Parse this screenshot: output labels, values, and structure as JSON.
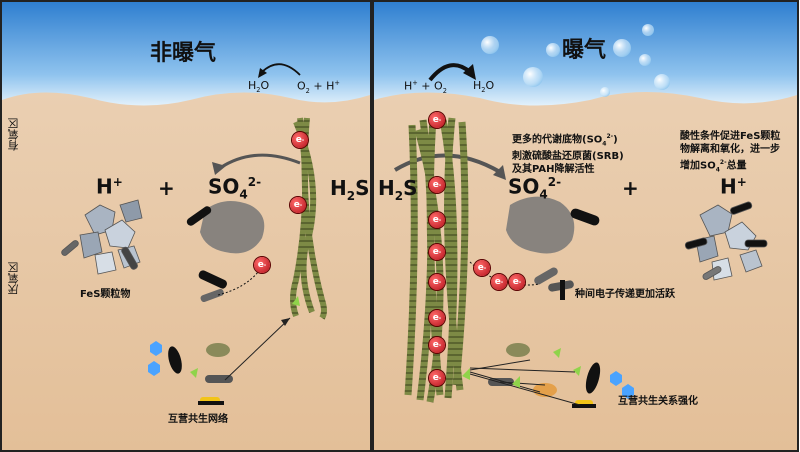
{
  "left_panel": {
    "title": "非曝气",
    "reaction_left": "H",
    "reaction_left_sub": "2",
    "reaction_left_tail": "O",
    "reaction_right": "O",
    "reaction_right_sub": "2",
    "reaction_right_tail": " + H",
    "reaction_right_sup": "+",
    "ion_h": "H",
    "ion_h_sup": "+",
    "plus": "+",
    "ion_so4": "SO",
    "ion_so4_sub": "4",
    "ion_so4_sup": "2-",
    "ion_h2s": "H",
    "ion_h2s_sub": "2",
    "ion_h2s_tail": "S",
    "fes_label": "FeS颗粒物",
    "network_label": "互营共生网络",
    "electron": "e",
    "electron_sup": "-"
  },
  "right_panel": {
    "title": "曝气",
    "reaction_left": "H",
    "reaction_left_sup": "+",
    "reaction_left_mid": " + O",
    "reaction_left_sub": "2",
    "reaction_right": "H",
    "reaction_right_sub": "2",
    "reaction_right_tail": "O",
    "ion_h2s": "H",
    "ion_h2s_sub": "2",
    "ion_h2s_tail": "S",
    "ion_so4": "SO",
    "ion_so4_sub": "4",
    "ion_so4_sup": "2-",
    "plus": "+",
    "ion_h": "H",
    "ion_h_sup": "+",
    "note_center_1": "更多的代谢底物(SO",
    "note_center_1_sub": "4",
    "note_center_1_sup": "2-",
    "note_center_1_tail": ")",
    "note_center_2": "刺激硫酸盐还原菌(SRB)",
    "note_center_3": "及其PAH降解活性",
    "note_right_1": "酸性条件促进FeS颗粒",
    "note_right_2": "物解离和氧化，进一步",
    "note_right_3": "增加SO",
    "note_right_3_sub": "4",
    "note_right_3_sup": "2-",
    "note_right_3_tail": "总量",
    "electron_transfer_label": "种间电子传递更加活跃",
    "syntrophy_label": "互营共生关系强化",
    "electron": "e",
    "electron_sup": "-"
  },
  "side_labels": {
    "oxic": "有氧区",
    "anoxic": "厌氧区"
  },
  "colors": {
    "water_top": "#4a8fd6",
    "water_bottom": "#cfe6f7",
    "sediment": "#e8c7a4",
    "electron": "#d8202b",
    "filament": "#6a7a3a",
    "panel_border": "#222222"
  }
}
